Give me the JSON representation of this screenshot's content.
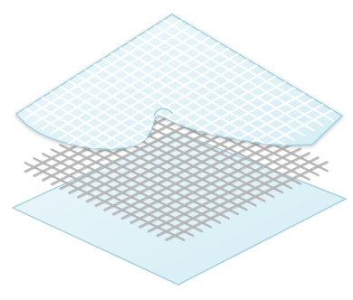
{
  "diagram": {
    "layers": [
      {
        "kind": "top-translucent-sheet-with-grid",
        "has_grid": true,
        "edge_curl": true
      },
      {
        "kind": "middle-mesh-grid",
        "has_grid": true
      },
      {
        "kind": "bottom-translucent-sheet",
        "has_grid": false
      }
    ],
    "colors": {
      "background": "#ffffff",
      "sheet_fill": "#d9f0f6",
      "sheet_fill_light": "#eef8fb",
      "sheet_edge": "#9fd0de",
      "grid_line_light": "#ffffff",
      "mesh_line": "#b7b7b7",
      "mesh_shadow": "#9b9b9b"
    }
  }
}
